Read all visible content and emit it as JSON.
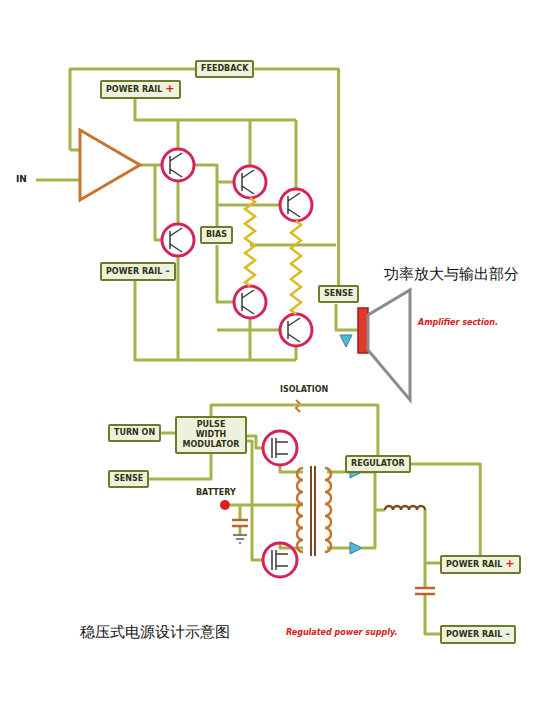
{
  "diagram": {
    "nodes": [
      {
        "text": [
          "POWER RAIL",
          "+"
        ]
      },
      {
        "text": [
          "FEEDBACK"
        ]
      },
      {
        "text": [
          "BIAS"
        ]
      },
      {
        "text": [
          "POWER RAIL",
          "-"
        ]
      },
      {
        "text": [
          "SENSE"
        ]
      },
      {
        "text": [
          "TURN ON"
        ]
      },
      {
        "text": [
          "PULSE WIDTH MODULATOR"
        ]
      },
      {
        "text": [
          "SENSE"
        ]
      },
      {
        "text": [
          "REGULATOR"
        ]
      },
      {
        "text": [
          "POWER RAIL",
          "+"
        ]
      },
      {
        "text": [
          "POWER RAIL",
          "-"
        ]
      }
    ],
    "edges": [
      {
        "from": 1,
        "to": 4,
        "arrow": "none"
      },
      {
        "from": 5,
        "to": 6,
        "arrow": "none"
      },
      {
        "from": 7,
        "to": 6,
        "arrow": "none"
      },
      {
        "from": 6,
        "to": 8,
        "arrow": "none"
      },
      {
        "from": 8,
        "to": 9,
        "arrow": "none"
      }
    ],
    "labels": [
      "IN",
      "功率放大与输出部分",
      "Amplifier section.",
      "ISOLATION",
      "BATTERY",
      "稳压式电源设计示意图",
      "Regulated power supply."
    ]
  }
}
